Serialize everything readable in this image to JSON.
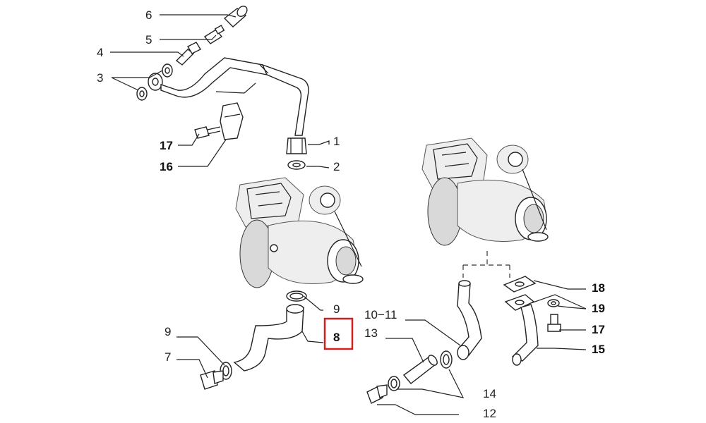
{
  "colors": {
    "highlight": "#d22020",
    "line": "#222222",
    "turbo_fill": "#d9d9d9"
  },
  "callouts": {
    "c1": "1",
    "c2": "2",
    "c3": "3",
    "c4": "4",
    "c5": "5",
    "c6": "6",
    "c7": "7",
    "c8": "8",
    "c9a": "9",
    "c9b": "9",
    "c10_11": "10−11",
    "c12": "12",
    "c13": "13",
    "c14": "14",
    "c15": "15",
    "c16": "16",
    "c17a": "17",
    "c17b": "17",
    "c18": "18",
    "c19": "19"
  },
  "highlighted_callout": "8"
}
